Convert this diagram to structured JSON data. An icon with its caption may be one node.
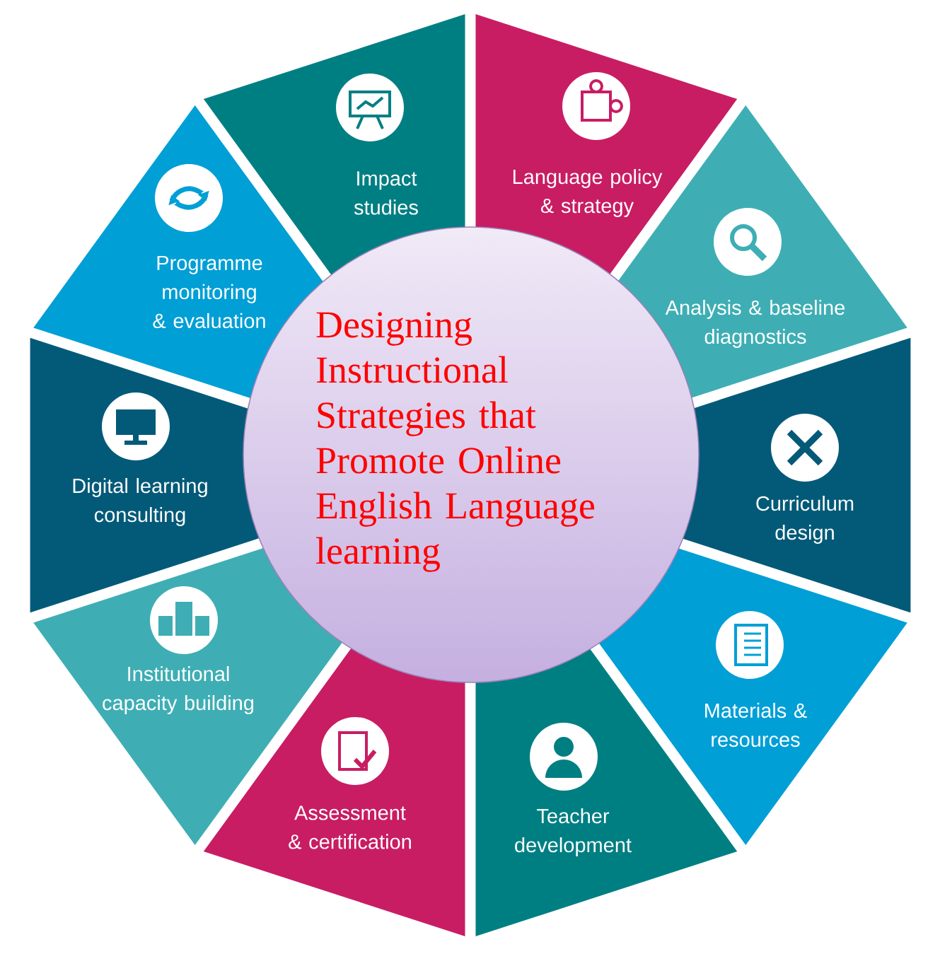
{
  "diagram": {
    "nodes": [
      {
        "text": [
          "Designing Instructional Strategies that Promote Online English Language learning"
        ]
      },
      {
        "text": [
          "Impact studies"
        ]
      },
      {
        "text": [
          "Language policy & strategy"
        ]
      },
      {
        "text": [
          "Analysis & baseline diagnostics"
        ]
      },
      {
        "text": [
          "Curriculum design"
        ]
      },
      {
        "text": [
          "Materials & resources"
        ]
      },
      {
        "text": [
          "Teacher development"
        ]
      },
      {
        "text": [
          "Assessment & certification"
        ]
      },
      {
        "text": [
          "Institutional capacity building"
        ]
      },
      {
        "text": [
          "Digital learning consulting"
        ]
      },
      {
        "text": [
          "Programme monitoring & evaluation"
        ]
      }
    ]
  }
}
